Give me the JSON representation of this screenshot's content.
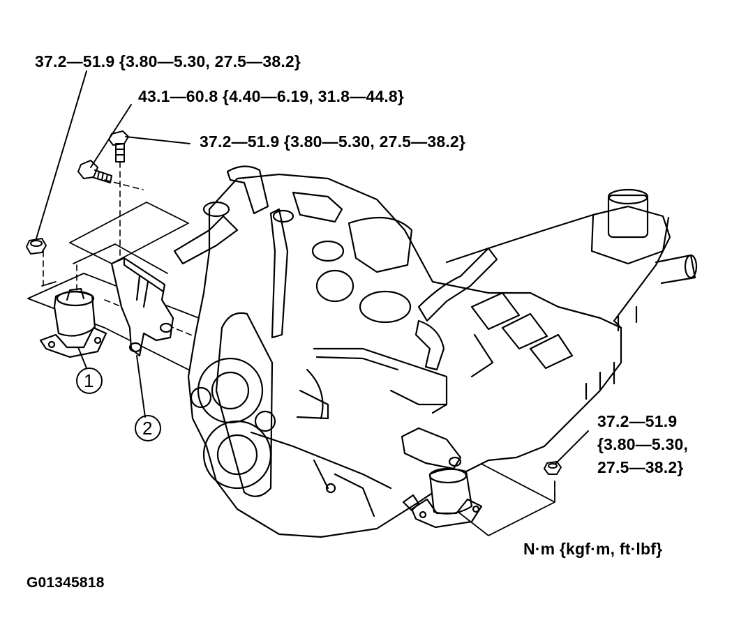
{
  "torques": {
    "top_left_nut": "37.2—51.9 {3.80—5.30, 27.5—38.2}",
    "bracket_bolt": "43.1—60.8 {4.40—6.19, 31.8—44.8}",
    "mount_bolt": "37.2—51.9 {3.80—5.30, 27.5—38.2}",
    "right_nut_line1": "37.2—51.9",
    "right_nut_line2": "{3.80—5.30,",
    "right_nut_line3": "27.5—38.2}"
  },
  "units": "N·m {kgf·m, ft·lbf}",
  "figure_id": "G01345818",
  "callouts": [
    "1",
    "2"
  ]
}
